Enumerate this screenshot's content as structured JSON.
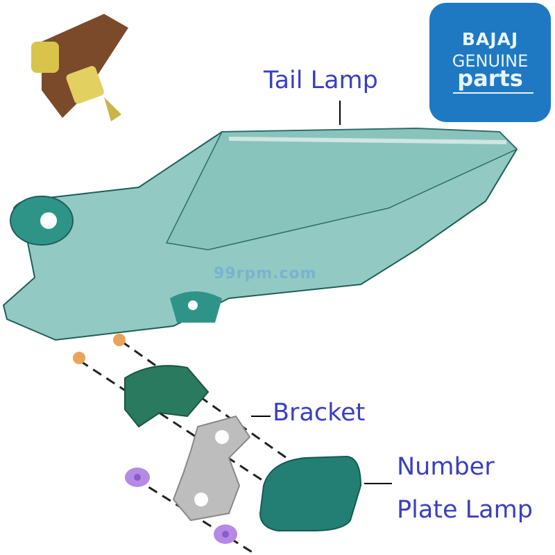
{
  "labels": {
    "tail_lamp": "Tail Lamp",
    "bracket": "Bracket",
    "number_plate_lamp_line1": "Number",
    "number_plate_lamp_line2": "Plate Lamp"
  },
  "logo": {
    "brand": "BAJAJ",
    "line2": "GENUINE",
    "line3": "parts"
  },
  "watermark": "99rpm.com",
  "colors": {
    "label": "#3a3fc0",
    "logo_bg": "#1f79c2",
    "lamp_teal": "#2a8a7e",
    "bracket_gray": "#b8b8b8",
    "fastener_purple": "#b58ae6"
  }
}
